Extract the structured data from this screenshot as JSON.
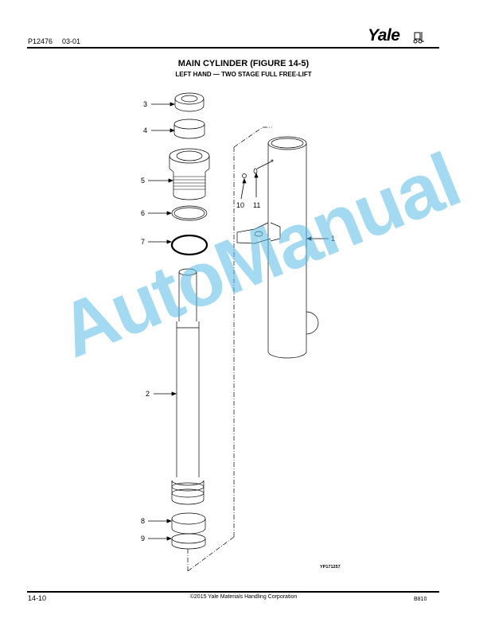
{
  "header": {
    "doc_number": "P12476",
    "date_code": "03-01",
    "logo_text": "Yale"
  },
  "title": "MAIN CYLINDER (FIGURE 14-5)",
  "subtitle": "LEFT HAND — TWO STAGE FULL FREE-LIFT",
  "figure": {
    "id": "YP171257",
    "callouts": [
      "1",
      "2",
      "3",
      "4",
      "5",
      "6",
      "7",
      "8",
      "9",
      "10",
      "11"
    ]
  },
  "watermark": "AutoManual",
  "footer": {
    "page": "14-10",
    "copyright": "©2015 Yale Materials Handling Corporation",
    "code": "B810"
  },
  "colors": {
    "watermark": "#5bbbe8",
    "line": "#000000"
  }
}
